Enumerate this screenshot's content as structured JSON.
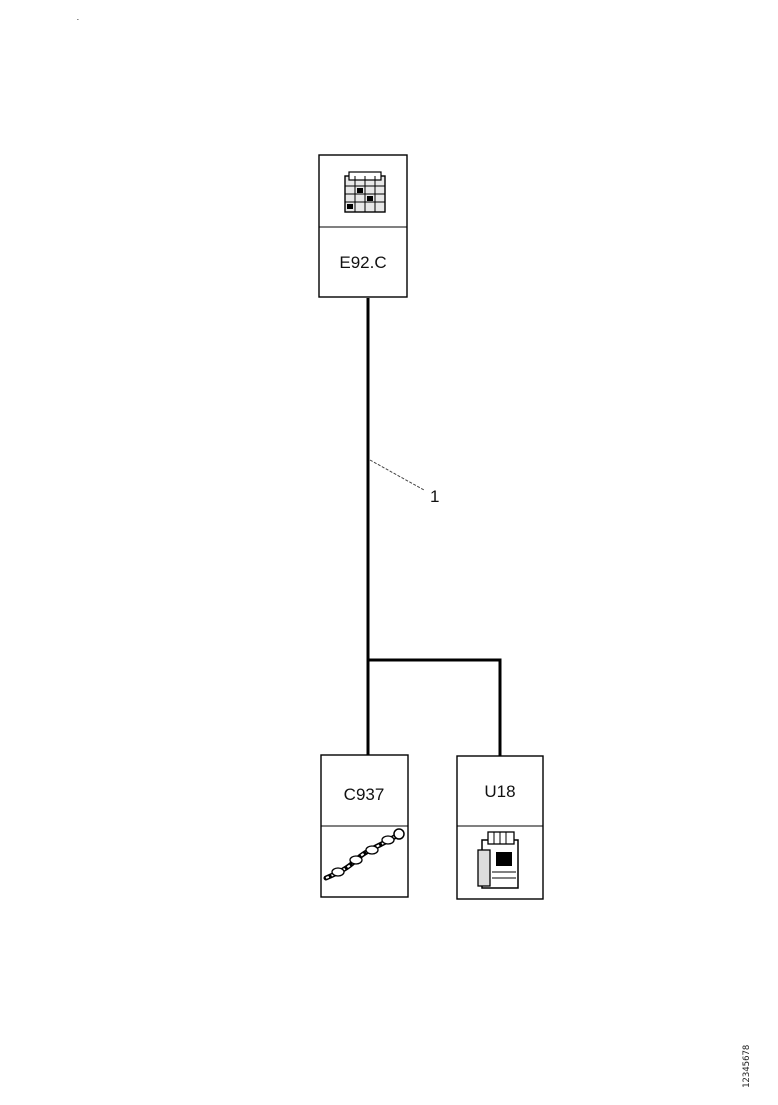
{
  "corner_mark": "-",
  "components": {
    "top": {
      "label": "E92.C",
      "icon": "control-module-icon"
    },
    "bottom_left": {
      "label": "C937",
      "icon": "harness-connector-icon"
    },
    "bottom_right": {
      "label": "U18",
      "icon": "electronic-unit-icon"
    }
  },
  "callout": {
    "label": "1"
  },
  "reference_code": "12345678"
}
